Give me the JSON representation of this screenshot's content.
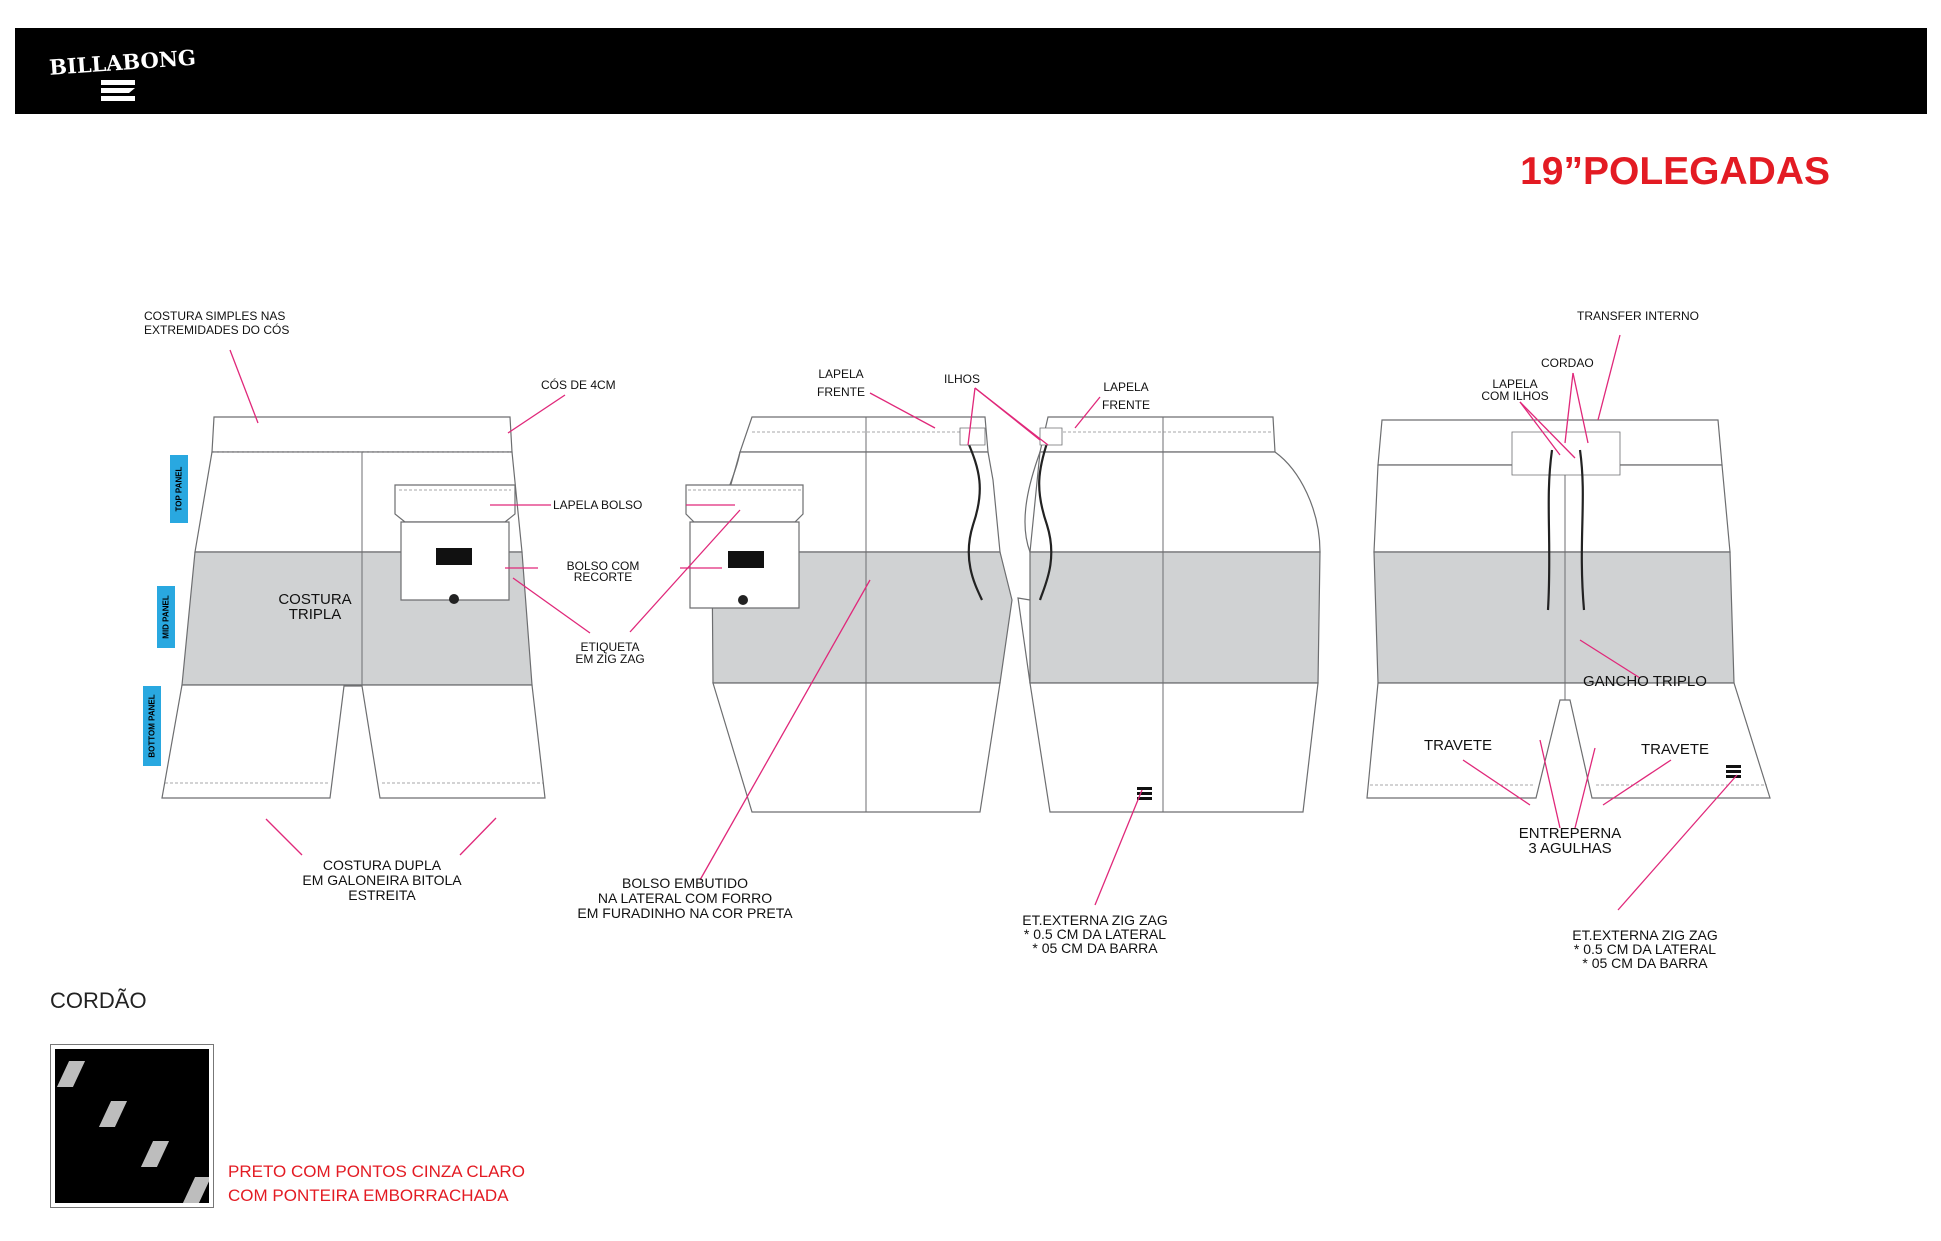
{
  "header": {
    "logo_text": "BILLABONG",
    "title": "19”POLEGADAS"
  },
  "front_view": {
    "costura_simples": "COSTURA SIMPLES NAS\nEXTREMIDADES DO CÓS",
    "cos": "CÓS DE 4CM",
    "lapela_bolso": "LAPELA BOLSO",
    "bolso_recorte": "BOLSO COM\nRECORTE",
    "etiqueta": "ETIQUETA\nEM ZIG ZAG",
    "costura_tripla": "COSTURA\nTRIPLA",
    "costura_dupla": "COSTURA DUPLA\nEM GALONEIRA BITOLA\nESTREITA",
    "panels": [
      "TOP PANEL",
      "MID PANEL",
      "BOTTOM PANEL"
    ]
  },
  "side_view": {
    "lapela_frente_left": "LAPELA\nFRENTE",
    "ilhos": "ILHOS",
    "lapela_frente_right": "LAPELA\nFRENTE",
    "bolso_embutido": "BOLSO EMBUTIDO\nNA LATERAL COM FORRO\nEM FURADINHO NA COR PRETA",
    "et_externa": "ET.EXTERNA ZIG ZAG\n* 0.5 CM DA LATERAL\n* 05 CM DA BARRA"
  },
  "back_view": {
    "transfer": "TRANSFER INTERNO",
    "cordao": "CORDAO",
    "lapela_ilhos": "LAPELA\nCOM ILHOS",
    "gancho": "GANCHO TRIPLO",
    "travete_left": "TRAVETE",
    "travete_right": "TRAVETE",
    "entreperna": "ENTREPERNA\n3 AGULHAS",
    "et_externa": "ET.EXTERNA ZIG ZAG\n* 0.5 CM DA LATERAL\n* 05 CM DA BARRA"
  },
  "cord": {
    "title": "CORDÃO",
    "note_line1": "PRETO COM PONTOS CINZA CLARO",
    "note_line2": "COM PONTEIRA EMBORRACHADA"
  },
  "colors": {
    "accent_red": "#e31b23",
    "leader_magenta": "#e0287a",
    "panel_grey": "#d0d2d3",
    "panel_tag_blue": "#29a8e0"
  }
}
